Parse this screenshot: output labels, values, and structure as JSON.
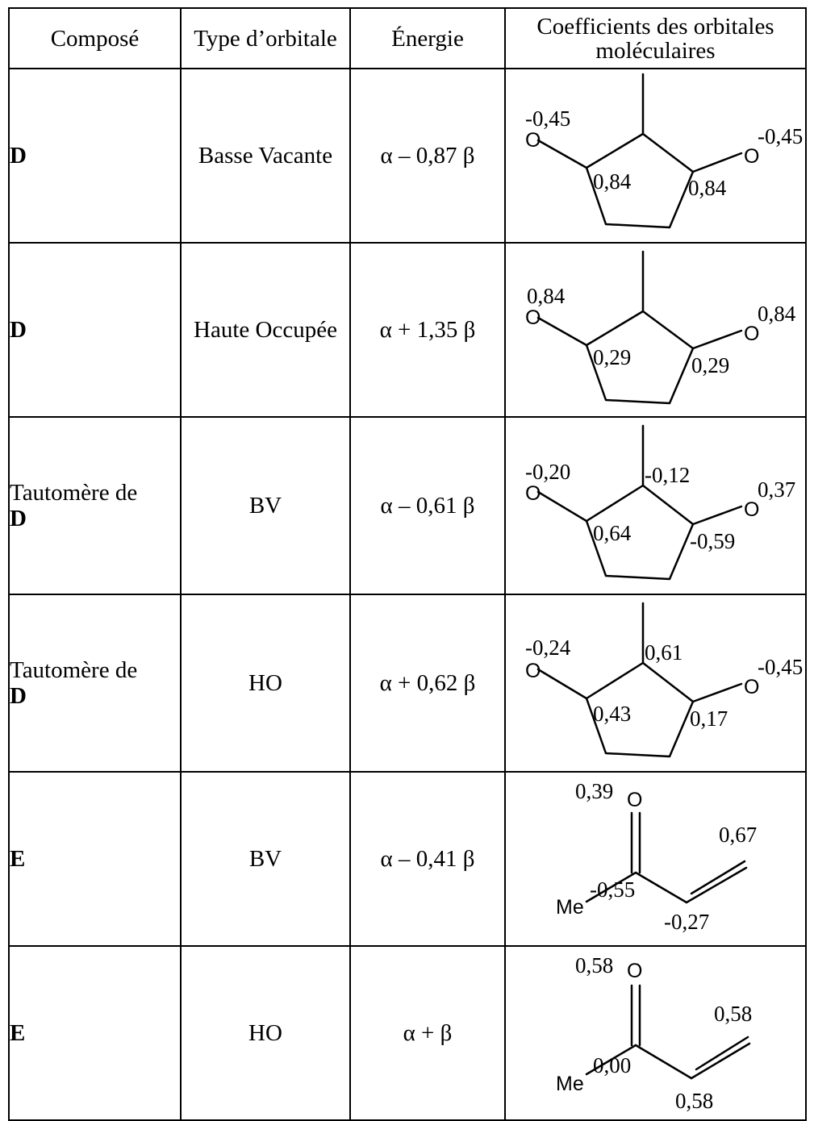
{
  "headers": {
    "compound": "Composé",
    "orbital_type": "Type d’orbitale",
    "energy": "Énergie",
    "coefficients": "Coefficients des orbitales moléculaires"
  },
  "atoms": {
    "oxygen": "O",
    "methyl": "Me"
  },
  "rows": [
    {
      "compound": "D",
      "compound_suffix": "",
      "type": "Basse Vacante",
      "energy": "α – 0,87 β",
      "coefficients": {
        "o_left": "-0,45",
        "o_right": "-0,45",
        "c_left": "0,84",
        "c_right": "0,84"
      }
    },
    {
      "compound": "D",
      "compound_suffix": "",
      "type": "Haute Occupée",
      "energy": "α + 1,35 β",
      "coefficients": {
        "o_left": "0,84",
        "o_right": "0,84",
        "c_left": "0,29",
        "c_right": "0,29"
      }
    },
    {
      "compound": "D",
      "compound_prefix": "Tautomère de",
      "type": "BV",
      "energy": "α – 0,61 β",
      "coefficients": {
        "o_left": "-0,20",
        "top": "-0,12",
        "o_right": "0,37",
        "c_left": "0,64",
        "c_right": "-0,59"
      }
    },
    {
      "compound": "D",
      "compound_prefix": "Tautomère de",
      "type": "HO",
      "energy": "α + 0,62 β",
      "coefficients": {
        "o_left": "-0,24",
        "top": "0,61",
        "o_right": "-0,45",
        "c_left": "0,43",
        "c_right": "0,17"
      }
    },
    {
      "compound": "E",
      "compound_suffix": "",
      "type": "BV",
      "energy": "α – 0,41 β",
      "coefficients": {
        "o": "0,39",
        "terminal": "0,67",
        "carbonyl": "-0,55",
        "alpha": "-0,27"
      }
    },
    {
      "compound": "E",
      "compound_suffix": "",
      "type": "HO",
      "energy": "α + β",
      "coefficients": {
        "o": "0,58",
        "terminal": "0,58",
        "carbonyl": "0,00",
        "alpha": "0,58"
      }
    }
  ]
}
